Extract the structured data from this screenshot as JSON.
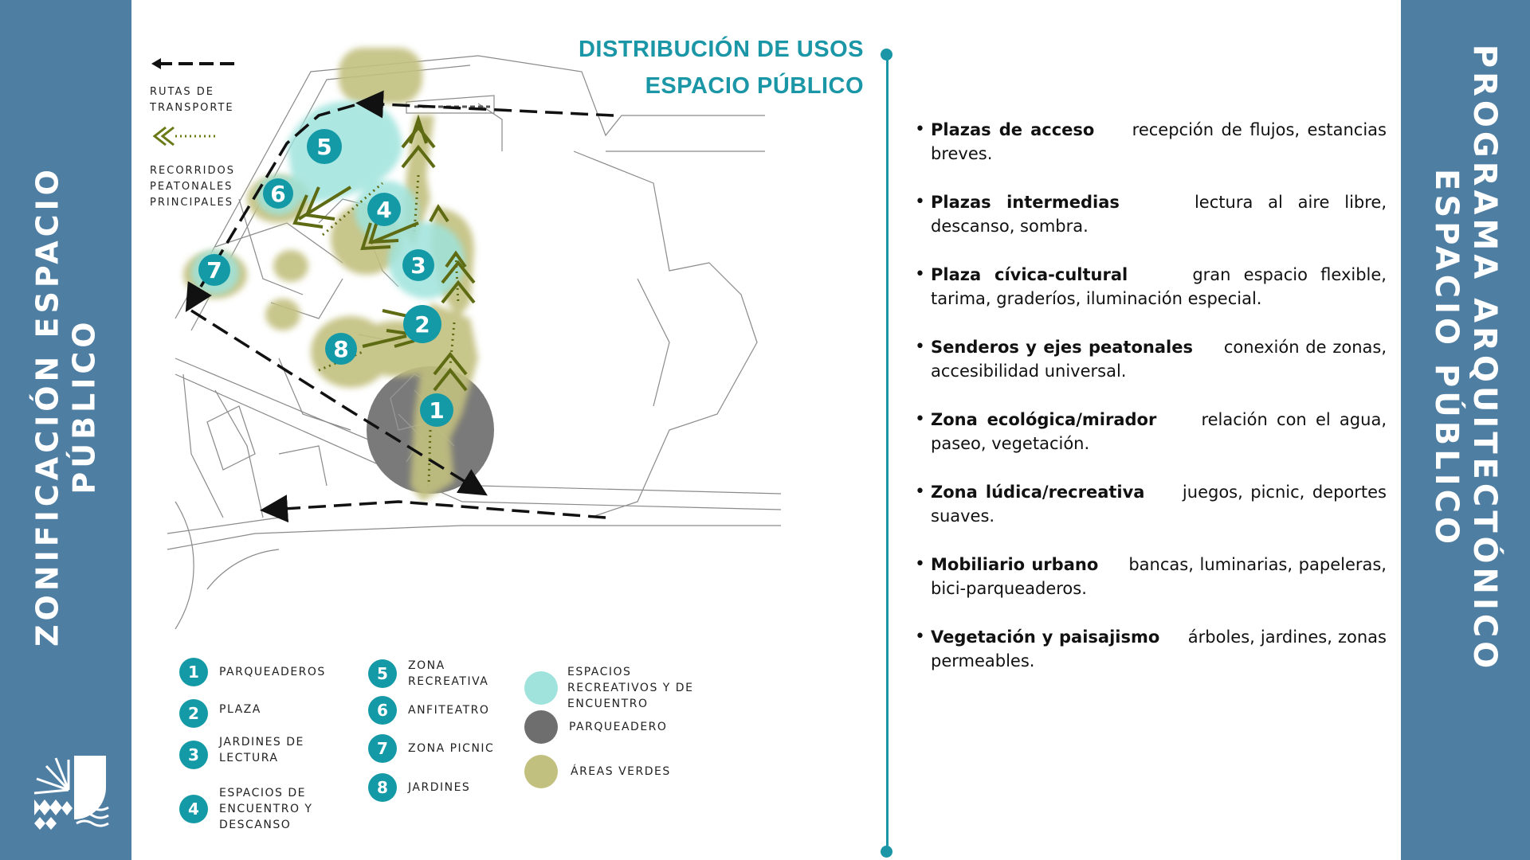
{
  "left_panel": {
    "title_line1": "ZONIFICACIÓN ESPACIO",
    "title_line2": "PÚBLICO"
  },
  "right_panel": {
    "title_line1": "PROGRAMA ARQUITECTÓNICO",
    "title_line2": "ESPACIO PÚBLICO"
  },
  "header": {
    "line1": "DISTRIBUCIÓN DE USOS",
    "line2": "ESPACIO PÚBLICO"
  },
  "map_legend": {
    "transport": "RUTAS DE TRANSPORTE",
    "transport_l1": "RUTAS DE",
    "transport_l2": "TRANSPORTE",
    "pedestrian_l1": "RECORRIDOS",
    "pedestrian_l2": "PEATONALES",
    "pedestrian_l3": "PRINCIPALES"
  },
  "markers": [
    "1",
    "2",
    "3",
    "4",
    "5",
    "6",
    "7",
    "8"
  ],
  "legend_numbers": [
    {
      "num": "1",
      "label": "PARQUEADEROS"
    },
    {
      "num": "2",
      "label": "PLAZA"
    },
    {
      "num": "3",
      "label_l1": "JARDINES DE",
      "label_l2": "LECTURA"
    },
    {
      "num": "4",
      "label_l1": "ESPACIOS DE",
      "label_l2": "ENCUENTRO Y",
      "label_l3": "DESCANSO"
    },
    {
      "num": "5",
      "label_l1": "ZONA",
      "label_l2": "RECREATIVA"
    },
    {
      "num": "6",
      "label": "ANFITEATRO"
    },
    {
      "num": "7",
      "label": "ZONA PICNIC"
    },
    {
      "num": "8",
      "label": "JARDINES"
    }
  ],
  "legend_colors": [
    {
      "label_l1": "ESPACIOS",
      "label_l2": "RECREATIVOS Y DE",
      "label_l3": "ENCUENTRO",
      "color": "#9fe3dc"
    },
    {
      "label": "PARQUEADERO",
      "color": "#6e6e6e"
    },
    {
      "label": "ÁREAS VERDES",
      "color": "#c2c07f"
    }
  ],
  "program": [
    {
      "name": "Plazas de acceso",
      "desc": "recepción de flujos, estancias breves."
    },
    {
      "name": "Plazas intermedias",
      "desc": "lectura al aire libre, descanso, sombra."
    },
    {
      "name": "Plaza cívica-cultural",
      "desc": "gran espacio flexible, tarima, graderíos, iluminación especial."
    },
    {
      "name": "Senderos y ejes peatonales",
      "desc": "conexión de zonas, accesibilidad universal."
    },
    {
      "name": "Zona ecológica/mirador",
      "desc": "relación con el agua, paseo, vegetación."
    },
    {
      "name": "Zona lúdica/recreativa",
      "desc": "juegos, picnic, deportes suaves."
    },
    {
      "name": "Mobiliario urbano",
      "desc": "bancas, luminarias, papeleras, bici-parqueaderos."
    },
    {
      "name": "Vegetación y paisajismo",
      "desc": "árboles, jardines, zonas permeables."
    }
  ],
  "colors": {
    "side": "#4f7ea3",
    "teal": "#149aa7",
    "green": "#c2c07f",
    "arrow": "#5e6b12",
    "cyan": "#9fe3dc",
    "gray": "#6e6e6e"
  }
}
